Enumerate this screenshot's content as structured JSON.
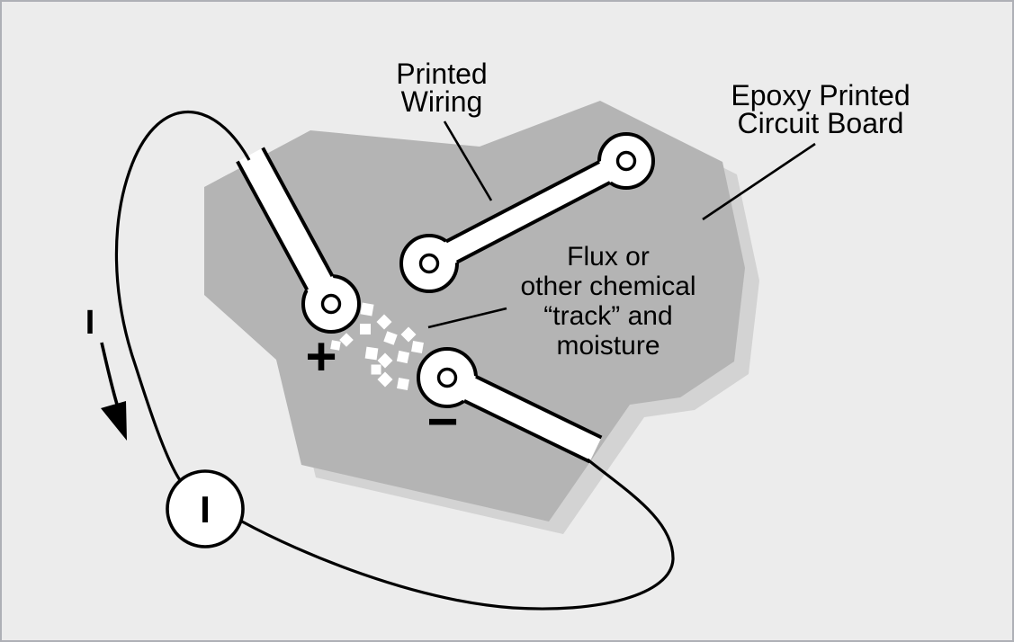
{
  "figure": {
    "title": "Printed circuit board flux track diagram",
    "labels": {
      "printed_wiring": {
        "line1": "Printed",
        "line2": "Wiring"
      },
      "epoxy_board": {
        "line1": "Epoxy Printed",
        "line2": "Circuit Board"
      },
      "flux": {
        "line1": "Flux or",
        "line2": "other chemical",
        "line3": "“track” and",
        "line4": "moisture"
      },
      "current_arrow": "I",
      "current_source": "I",
      "anode": "+",
      "cathode": "−"
    },
    "colors": {
      "background": "#ececec",
      "board": "#b4b4b4",
      "shadow": "#d3d3d3",
      "copper": "#ffffff",
      "ink": "#000000",
      "frame": "#aeb0b6"
    }
  }
}
